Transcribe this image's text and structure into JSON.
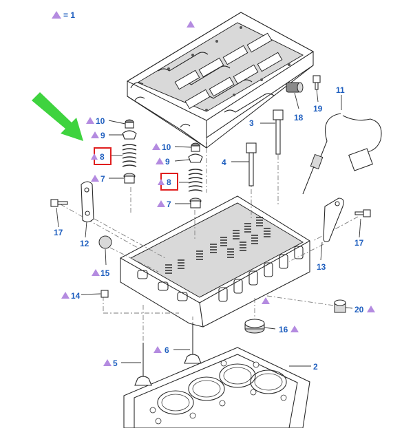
{
  "legend": {
    "symbol": "triangle",
    "text": "= 1"
  },
  "callouts": [
    {
      "id": "c2",
      "number": "2",
      "triangle": false
    },
    {
      "id": "c3",
      "number": "3",
      "triangle": false
    },
    {
      "id": "c4",
      "number": "4",
      "triangle": false
    },
    {
      "id": "c5",
      "number": "5",
      "triangle": true
    },
    {
      "id": "c6",
      "number": "6",
      "triangle": true
    },
    {
      "id": "c7a",
      "number": "7",
      "triangle": true
    },
    {
      "id": "c7b",
      "number": "7",
      "triangle": true
    },
    {
      "id": "c8a",
      "number": "8",
      "triangle": true,
      "highlighted": true
    },
    {
      "id": "c8b",
      "number": "8",
      "triangle": true,
      "highlighted": true
    },
    {
      "id": "c9a",
      "number": "9",
      "triangle": true
    },
    {
      "id": "c9b",
      "number": "9",
      "triangle": true
    },
    {
      "id": "c10a",
      "number": "10",
      "triangle": true
    },
    {
      "id": "c10b",
      "number": "10",
      "triangle": true
    },
    {
      "id": "c11",
      "number": "11",
      "triangle": false
    },
    {
      "id": "c12",
      "number": "12",
      "triangle": false
    },
    {
      "id": "c13",
      "number": "13",
      "triangle": false
    },
    {
      "id": "c14",
      "number": "14",
      "triangle": true
    },
    {
      "id": "c15",
      "number": "15",
      "triangle": true
    },
    {
      "id": "c16",
      "number": "16",
      "triangle": true
    },
    {
      "id": "c17a",
      "number": "17",
      "triangle": false
    },
    {
      "id": "c17b",
      "number": "17",
      "triangle": false
    },
    {
      "id": "c18",
      "number": "18",
      "triangle": false
    },
    {
      "id": "c19",
      "number": "19",
      "triangle": false
    },
    {
      "id": "c20",
      "number": "20",
      "triangle": true
    },
    {
      "id": "c_top",
      "number": "",
      "triangle": true
    },
    {
      "id": "c_mid",
      "number": "",
      "triangle": true
    }
  ],
  "colors": {
    "callout_text": "#1f5fbf",
    "triangle": "#b48be0",
    "highlight_box": "#e01e1e",
    "pointer_arrow": "#3fd33f"
  },
  "icons": {
    "pointer": "green-arrow-icon",
    "marker": "triangle-icon"
  }
}
